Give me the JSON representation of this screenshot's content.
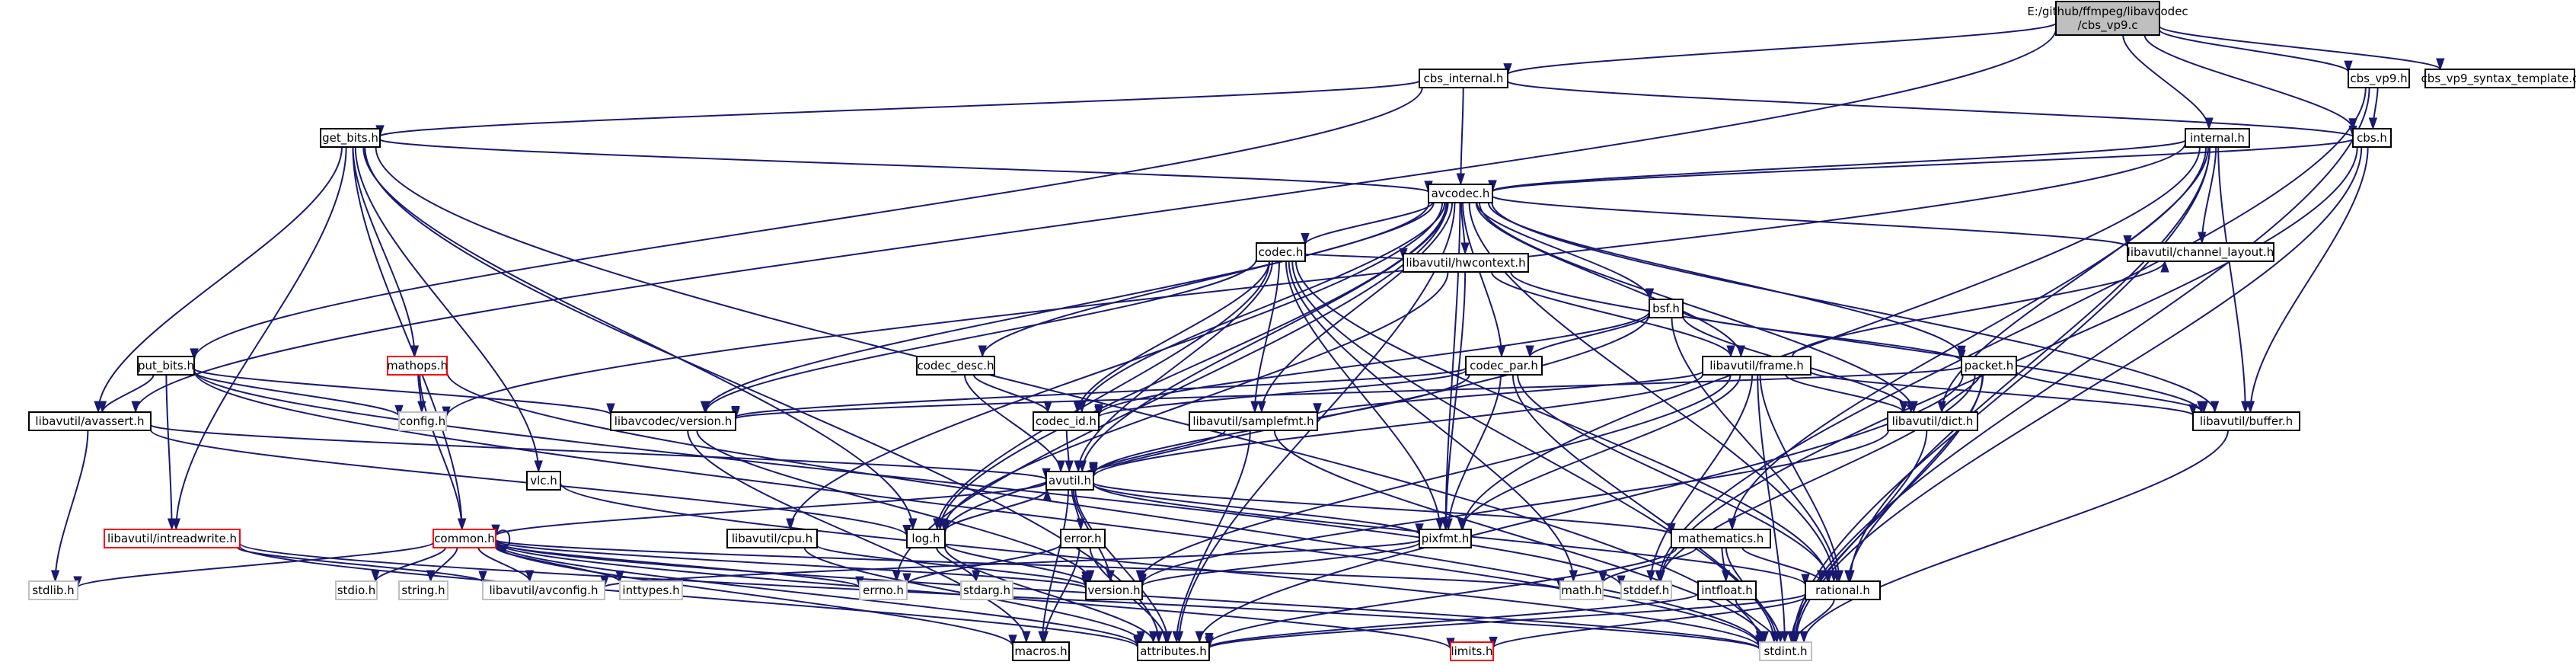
{
  "diagram": {
    "type": "include-dependency-graph",
    "colors": {
      "edge": "#191970",
      "node_border": "#000000",
      "node_fill": "#ffffff",
      "root_fill": "#bfbfbf",
      "truncated_border": "#ff0000"
    },
    "nodes": [
      {
        "id": "root",
        "lines": [
          "E:/github/ffmpeg/libavcodec",
          "/cbs_vp9.c"
        ],
        "style": "root"
      },
      {
        "id": "cbs_internal",
        "lines": [
          "cbs_internal.h"
        ]
      },
      {
        "id": "cbs_vp9",
        "lines": [
          "cbs_vp9.h"
        ]
      },
      {
        "id": "cbs_vp9_syntax",
        "lines": [
          "cbs_vp9_syntax_template.c"
        ]
      },
      {
        "id": "get_bits",
        "lines": [
          "get_bits.h"
        ]
      },
      {
        "id": "internal",
        "lines": [
          "internal.h"
        ]
      },
      {
        "id": "cbs",
        "lines": [
          "cbs.h"
        ]
      },
      {
        "id": "avcodec",
        "lines": [
          "avcodec.h"
        ]
      },
      {
        "id": "codec",
        "lines": [
          "codec.h"
        ]
      },
      {
        "id": "channel_layout",
        "lines": [
          "libavutil/channel_layout.h"
        ]
      },
      {
        "id": "hwcontext",
        "lines": [
          "libavutil/hwcontext.h"
        ]
      },
      {
        "id": "bsf",
        "lines": [
          "bsf.h"
        ]
      },
      {
        "id": "mathops",
        "lines": [
          "mathops.h"
        ],
        "style": "truncated"
      },
      {
        "id": "put_bits",
        "lines": [
          "put_bits.h"
        ]
      },
      {
        "id": "codec_desc",
        "lines": [
          "codec_desc.h"
        ]
      },
      {
        "id": "codec_par",
        "lines": [
          "codec_par.h"
        ]
      },
      {
        "id": "frame",
        "lines": [
          "libavutil/frame.h"
        ]
      },
      {
        "id": "packet",
        "lines": [
          "packet.h"
        ]
      },
      {
        "id": "config",
        "lines": [
          "config.h"
        ],
        "style": "plain"
      },
      {
        "id": "avassert",
        "lines": [
          "libavutil/avassert.h"
        ]
      },
      {
        "id": "version",
        "lines": [
          "libavcodec/version.h"
        ]
      },
      {
        "id": "codec_id",
        "lines": [
          "codec_id.h"
        ]
      },
      {
        "id": "samplefmt",
        "lines": [
          "libavutil/samplefmt.h"
        ]
      },
      {
        "id": "dict",
        "lines": [
          "libavutil/dict.h"
        ]
      },
      {
        "id": "buffer",
        "lines": [
          "libavutil/buffer.h"
        ]
      },
      {
        "id": "vlc",
        "lines": [
          "vlc.h"
        ]
      },
      {
        "id": "avutil",
        "lines": [
          "avutil.h"
        ]
      },
      {
        "id": "intreadwrite",
        "lines": [
          "libavutil/intreadwrite.h"
        ],
        "style": "truncated"
      },
      {
        "id": "common",
        "lines": [
          "common.h"
        ],
        "style": "truncated"
      },
      {
        "id": "cpu",
        "lines": [
          "libavutil/cpu.h"
        ]
      },
      {
        "id": "log",
        "lines": [
          "log.h"
        ]
      },
      {
        "id": "error",
        "lines": [
          "error.h"
        ]
      },
      {
        "id": "pixfmt",
        "lines": [
          "pixfmt.h"
        ]
      },
      {
        "id": "mathematics",
        "lines": [
          "mathematics.h"
        ]
      },
      {
        "id": "stdlib",
        "lines": [
          "stdlib.h"
        ],
        "style": "plain"
      },
      {
        "id": "stdio",
        "lines": [
          "stdio.h"
        ],
        "style": "plain"
      },
      {
        "id": "string",
        "lines": [
          "string.h"
        ],
        "style": "plain"
      },
      {
        "id": "avconfig",
        "lines": [
          "libavutil/avconfig.h"
        ],
        "style": "plain"
      },
      {
        "id": "inttypes",
        "lines": [
          "inttypes.h"
        ],
        "style": "plain"
      },
      {
        "id": "errno",
        "lines": [
          "errno.h"
        ],
        "style": "plain"
      },
      {
        "id": "stdarg",
        "lines": [
          "stdarg.h"
        ],
        "style": "plain"
      },
      {
        "id": "version_h",
        "lines": [
          "version.h"
        ]
      },
      {
        "id": "math",
        "lines": [
          "math.h"
        ],
        "style": "plain"
      },
      {
        "id": "stddef",
        "lines": [
          "stddef.h"
        ],
        "style": "plain"
      },
      {
        "id": "intfloat",
        "lines": [
          "intfloat.h"
        ]
      },
      {
        "id": "rational",
        "lines": [
          "rational.h"
        ]
      },
      {
        "id": "macros",
        "lines": [
          "macros.h"
        ]
      },
      {
        "id": "attributes",
        "lines": [
          "attributes.h"
        ]
      },
      {
        "id": "limits",
        "lines": [
          "limits.h"
        ],
        "style": "truncated"
      },
      {
        "id": "stdint",
        "lines": [
          "stdint.h"
        ],
        "style": "plain"
      }
    ],
    "edges": [
      [
        "root",
        "cbs_internal"
      ],
      [
        "root",
        "cbs_vp9"
      ],
      [
        "root",
        "cbs_vp9_syntax"
      ],
      [
        "root",
        "cbs"
      ],
      [
        "root",
        "internal"
      ],
      [
        "root",
        "avassert"
      ],
      [
        "cbs_internal",
        "get_bits"
      ],
      [
        "cbs_internal",
        "put_bits"
      ],
      [
        "cbs_internal",
        "avcodec"
      ],
      [
        "cbs_internal",
        "cbs"
      ],
      [
        "cbs_vp9",
        "cbs"
      ],
      [
        "cbs_vp9",
        "stdint"
      ],
      [
        "cbs_vp9",
        "stddef"
      ],
      [
        "get_bits",
        "avcodec"
      ],
      [
        "get_bits",
        "mathops"
      ],
      [
        "get_bits",
        "vlc"
      ],
      [
        "get_bits",
        "intreadwrite"
      ],
      [
        "get_bits",
        "common"
      ],
      [
        "get_bits",
        "avassert"
      ],
      [
        "get_bits",
        "stdint"
      ],
      [
        "get_bits",
        "log"
      ],
      [
        "get_bits",
        "attributes"
      ],
      [
        "internal",
        "avcodec"
      ],
      [
        "internal",
        "channel_layout"
      ],
      [
        "internal",
        "buffer"
      ],
      [
        "internal",
        "dict"
      ],
      [
        "internal",
        "stdint"
      ],
      [
        "internal",
        "pixfmt"
      ],
      [
        "internal",
        "mathematics"
      ],
      [
        "internal",
        "config"
      ],
      [
        "internal",
        "rational"
      ],
      [
        "cbs",
        "avcodec"
      ],
      [
        "cbs",
        "buffer"
      ],
      [
        "cbs",
        "stddef"
      ],
      [
        "cbs",
        "stdint"
      ],
      [
        "avcodec",
        "codec"
      ],
      [
        "avcodec",
        "hwcontext"
      ],
      [
        "avcodec",
        "channel_layout"
      ],
      [
        "avcodec",
        "bsf"
      ],
      [
        "avcodec",
        "codec_desc"
      ],
      [
        "avcodec",
        "codec_par"
      ],
      [
        "avcodec",
        "frame"
      ],
      [
        "avcodec",
        "packet"
      ],
      [
        "avcodec",
        "version"
      ],
      [
        "avcodec",
        "codec_id"
      ],
      [
        "avcodec",
        "samplefmt"
      ],
      [
        "avcodec",
        "dict"
      ],
      [
        "avcodec",
        "buffer"
      ],
      [
        "avcodec",
        "avutil"
      ],
      [
        "avcodec",
        "cpu"
      ],
      [
        "avcodec",
        "log"
      ],
      [
        "avcodec",
        "pixfmt"
      ],
      [
        "avcodec",
        "rational"
      ],
      [
        "avcodec",
        "errno"
      ],
      [
        "avcodec",
        "attributes"
      ],
      [
        "codec",
        "hwcontext"
      ],
      [
        "codec",
        "codec_id"
      ],
      [
        "codec",
        "samplefmt"
      ],
      [
        "codec",
        "avutil"
      ],
      [
        "codec",
        "log"
      ],
      [
        "codec",
        "pixfmt"
      ],
      [
        "codec",
        "rational"
      ],
      [
        "codec",
        "version"
      ],
      [
        "codec",
        "stdint"
      ],
      [
        "codec",
        "math"
      ],
      [
        "hwcontext",
        "buffer"
      ],
      [
        "hwcontext",
        "frame"
      ],
      [
        "hwcontext",
        "pixfmt"
      ],
      [
        "hwcontext",
        "log"
      ],
      [
        "bsf",
        "codec_par"
      ],
      [
        "bsf",
        "packet"
      ],
      [
        "bsf",
        "codec_id"
      ],
      [
        "bsf",
        "dict"
      ],
      [
        "bsf",
        "log"
      ],
      [
        "bsf",
        "rational"
      ],
      [
        "mathops",
        "config"
      ],
      [
        "mathops",
        "common"
      ],
      [
        "mathops",
        "stdint"
      ],
      [
        "put_bits",
        "avassert"
      ],
      [
        "put_bits",
        "version"
      ],
      [
        "put_bits",
        "intreadwrite"
      ],
      [
        "put_bits",
        "config"
      ],
      [
        "put_bits",
        "stddef"
      ],
      [
        "put_bits",
        "stdint"
      ],
      [
        "codec_desc",
        "codec_id"
      ],
      [
        "codec_desc",
        "avutil"
      ],
      [
        "codec_par",
        "codec_id"
      ],
      [
        "codec_par",
        "avutil"
      ],
      [
        "codec_par",
        "pixfmt"
      ],
      [
        "codec_par",
        "rational"
      ],
      [
        "codec_par",
        "stdint"
      ],
      [
        "codec_par",
        "version"
      ],
      [
        "frame",
        "avutil"
      ],
      [
        "frame",
        "buffer"
      ],
      [
        "frame",
        "dict"
      ],
      [
        "frame",
        "rational"
      ],
      [
        "frame",
        "samplefmt"
      ],
      [
        "frame",
        "pixfmt"
      ],
      [
        "frame",
        "version_h"
      ],
      [
        "frame",
        "stddef"
      ],
      [
        "frame",
        "stdint"
      ],
      [
        "frame",
        "channel_layout"
      ],
      [
        "packet",
        "buffer"
      ],
      [
        "packet",
        "dict"
      ],
      [
        "packet",
        "attributes"
      ],
      [
        "packet",
        "rational"
      ],
      [
        "packet",
        "version"
      ],
      [
        "packet",
        "stdint"
      ],
      [
        "packet",
        "stddef"
      ],
      [
        "avassert",
        "stdlib"
      ],
      [
        "avassert",
        "avutil"
      ],
      [
        "avassert",
        "log"
      ],
      [
        "version",
        "version_h"
      ],
      [
        "version",
        "macros"
      ],
      [
        "codec_id",
        "avutil"
      ],
      [
        "samplefmt",
        "avutil"
      ],
      [
        "samplefmt",
        "attributes"
      ],
      [
        "samplefmt",
        "stdint"
      ],
      [
        "dict",
        "version_h"
      ],
      [
        "dict",
        "stdint"
      ],
      [
        "buffer",
        "stdint"
      ],
      [
        "vlc",
        "stdint"
      ],
      [
        "avutil",
        "common"
      ],
      [
        "avutil",
        "error"
      ],
      [
        "avutil",
        "version_h"
      ],
      [
        "avutil",
        "macros"
      ],
      [
        "avutil",
        "mathematics"
      ],
      [
        "avutil",
        "rational"
      ],
      [
        "avutil",
        "log"
      ],
      [
        "avutil",
        "pixfmt"
      ],
      [
        "avutil",
        "attributes"
      ],
      [
        "intreadwrite",
        "avconfig"
      ],
      [
        "intreadwrite",
        "attributes"
      ],
      [
        "intreadwrite",
        "stdint"
      ],
      [
        "common",
        "stdlib"
      ],
      [
        "common",
        "stdio"
      ],
      [
        "common",
        "string"
      ],
      [
        "common",
        "avconfig"
      ],
      [
        "common",
        "inttypes"
      ],
      [
        "common",
        "errno"
      ],
      [
        "common",
        "attributes"
      ],
      [
        "common",
        "macros"
      ],
      [
        "common",
        "version_h"
      ],
      [
        "common",
        "math"
      ],
      [
        "common",
        "stdint"
      ],
      [
        "common",
        "limits"
      ],
      [
        "common",
        "common"
      ],
      [
        "cpu",
        "attributes"
      ],
      [
        "cpu",
        "version_h"
      ],
      [
        "log",
        "stdarg"
      ],
      [
        "log",
        "avutil"
      ],
      [
        "log",
        "attributes"
      ],
      [
        "log",
        "version_h"
      ],
      [
        "error",
        "errno"
      ],
      [
        "error",
        "macros"
      ],
      [
        "error",
        "attributes"
      ],
      [
        "pixfmt",
        "avconfig"
      ],
      [
        "pixfmt",
        "version_h"
      ],
      [
        "mathematics",
        "stdint"
      ],
      [
        "mathematics",
        "math"
      ],
      [
        "mathematics",
        "attributes"
      ],
      [
        "mathematics",
        "rational"
      ],
      [
        "mathematics",
        "intfloat"
      ],
      [
        "intfloat",
        "stdint"
      ],
      [
        "intfloat",
        "attributes"
      ],
      [
        "rational",
        "stdint"
      ],
      [
        "rational",
        "limits"
      ],
      [
        "rational",
        "attributes"
      ]
    ]
  }
}
